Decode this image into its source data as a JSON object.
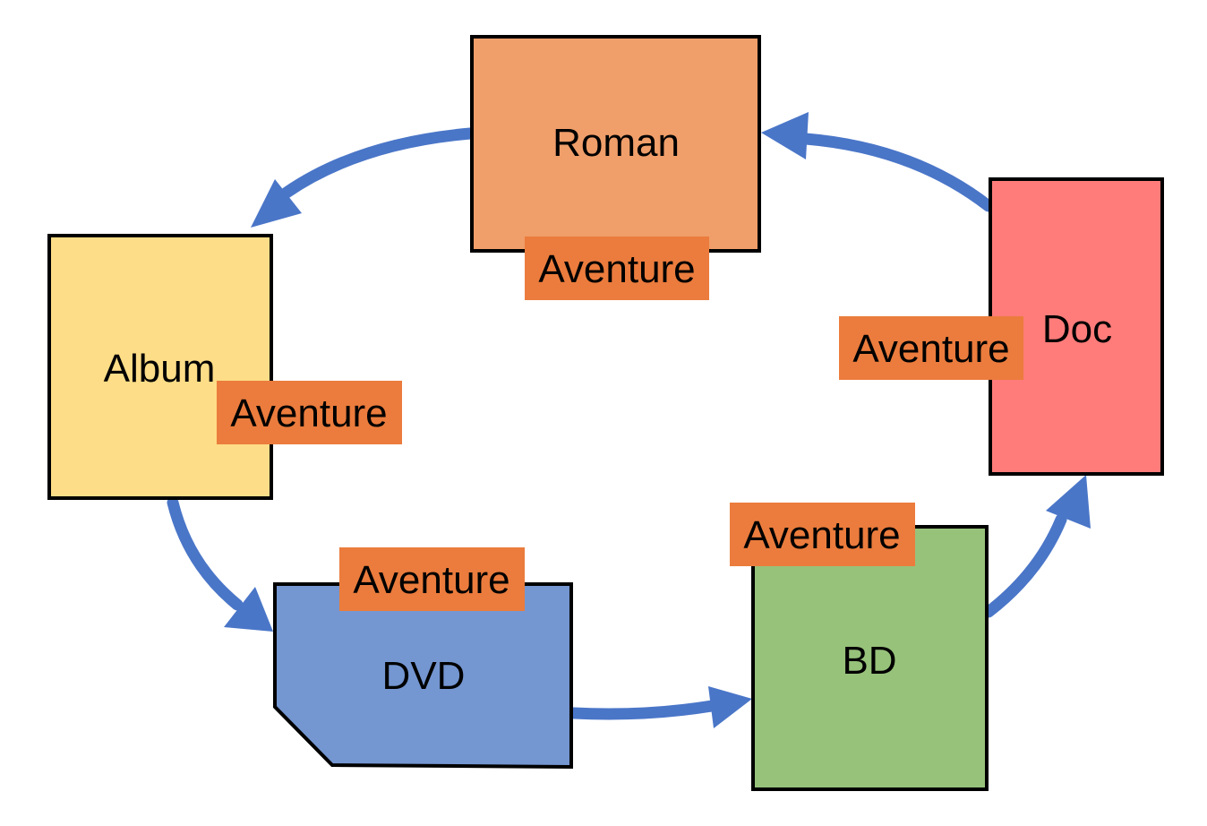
{
  "diagram": {
    "nodes": [
      {
        "id": "roman",
        "label": "Roman",
        "tag": "Aventure",
        "fill": "#F09E6A"
      },
      {
        "id": "doc",
        "label": "Doc",
        "tag": "Aventure",
        "fill": "#FF7C7A"
      },
      {
        "id": "bd",
        "label": "BD",
        "tag": "Aventure",
        "fill": "#97C27A"
      },
      {
        "id": "dvd",
        "label": "DVD",
        "tag": "Aventure",
        "fill": "#7496D1"
      },
      {
        "id": "album",
        "label": "Album",
        "tag": "Aventure",
        "fill": "#FDDD87"
      }
    ],
    "edges": [
      {
        "from": "roman",
        "to": "album"
      },
      {
        "from": "album",
        "to": "dvd"
      },
      {
        "from": "dvd",
        "to": "bd"
      },
      {
        "from": "bd",
        "to": "doc"
      },
      {
        "from": "doc",
        "to": "roman"
      }
    ],
    "colors": {
      "arrow": "#4A76C8",
      "tag_fill": "#EB7C3D",
      "border": "#000000"
    }
  }
}
